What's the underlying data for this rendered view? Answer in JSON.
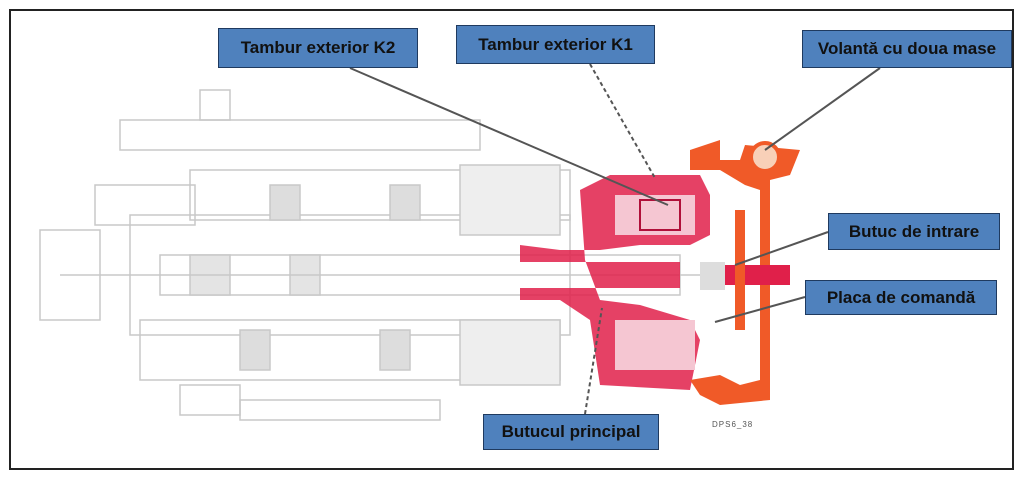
{
  "labels": {
    "tambur_k2": "Tambur exterior K2",
    "tambur_k1": "Tambur exterior K1",
    "volanta": "Volantă cu doua mase",
    "butuc_intrare": "Butuc de intrare",
    "placa_comanda": "Placa de comandă",
    "butucul_principal": "Butucul principal"
  },
  "figure_code": "DPS6_38",
  "colors": {
    "label_bg": "#4f81bd",
    "clutch_red": "#e0204a",
    "flywheel_orange": "#f05a28",
    "drawing_gray": "#c8c8c8"
  }
}
